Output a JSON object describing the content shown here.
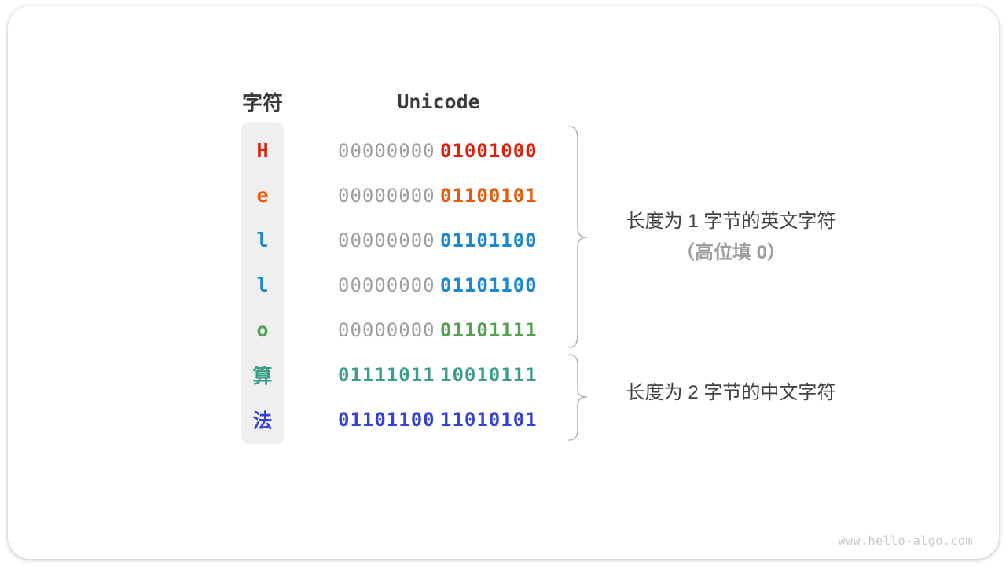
{
  "figure": {
    "headers": {
      "char": "字符",
      "unicode": "Unicode"
    },
    "rows": [
      {
        "char": "H",
        "char_color": "#e01e0a",
        "high": "00000000",
        "high_color": "#9e9e9e",
        "high_weight": "400",
        "low": "01001000",
        "low_color": "#e01e0a"
      },
      {
        "char": "e",
        "char_color": "#e8590c",
        "high": "00000000",
        "high_color": "#9e9e9e",
        "high_weight": "400",
        "low": "01100101",
        "low_color": "#e8590c"
      },
      {
        "char": "l",
        "char_color": "#1e87d2",
        "high": "00000000",
        "high_color": "#9e9e9e",
        "high_weight": "400",
        "low": "01101100",
        "low_color": "#1e87d2"
      },
      {
        "char": "l",
        "char_color": "#1e87d2",
        "high": "00000000",
        "high_color": "#9e9e9e",
        "high_weight": "400",
        "low": "01101100",
        "low_color": "#1e87d2"
      },
      {
        "char": "o",
        "char_color": "#55a152",
        "high": "00000000",
        "high_color": "#9e9e9e",
        "high_weight": "400",
        "low": "01101111",
        "low_color": "#55a152"
      },
      {
        "char": "算",
        "char_color": "#3a9d8c",
        "high": "01111011",
        "high_color": "#3a9d8c",
        "high_weight": "700",
        "low": "10010111",
        "low_color": "#3a9d8c"
      },
      {
        "char": "法",
        "char_color": "#3442d9",
        "high": "01101100",
        "high_color": "#3442d9",
        "high_weight": "700",
        "low": "11010101",
        "low_color": "#3442d9"
      }
    ],
    "annotations": {
      "one_byte": {
        "line1": "长度为 1 字节的英文字符",
        "line2": "（高位填 0）"
      },
      "two_byte": {
        "line1": "长度为 2 字节的中文字符"
      }
    },
    "watermark": "www.hello-algo.com"
  },
  "colors": {
    "column_bg": "#efefef",
    "brace": "#b5b5b5",
    "heading": "#3b3b3b",
    "annotation": "#414141",
    "annotation_muted": "#9e9e9e",
    "watermark": "#c8c8c8",
    "byte_muted": "#9e9e9e"
  }
}
